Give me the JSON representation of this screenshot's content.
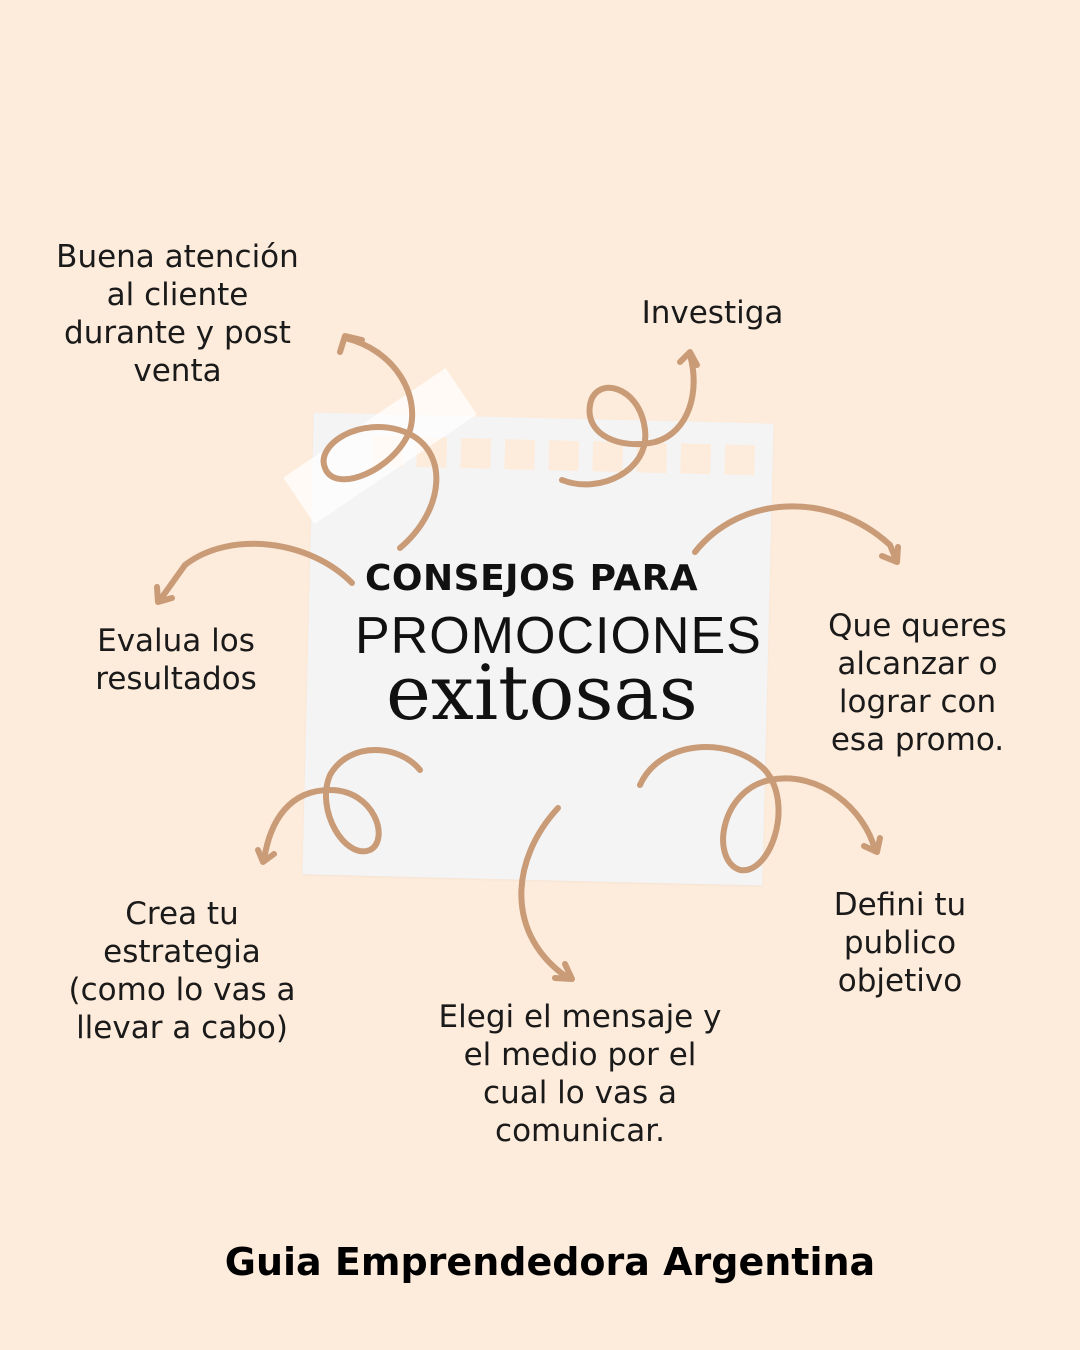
{
  "title": {
    "line1": "CONSEJOS PARA",
    "line2": "PROMOCIONES",
    "line3": "exitosas"
  },
  "tips": {
    "buena_atencion": "Buena atención\nal cliente\ndurante y post\nventa",
    "investiga": "Investiga",
    "que_queres": "Que queres\nalcanzar o\nlograr con\nesa promo.",
    "evalua": "Evalua los\nresultados",
    "crea_estrategia": "Crea tu\nestrategia\n(como lo vas a\nllevar a cabo)",
    "elegi_mensaje": "Elegi el mensaje y\nel medio por el\ncual lo vas a\ncomunicar.",
    "defini_publico": "Defini tu\npublico\nobjetivo"
  },
  "footer": "Guia Emprendedora Argentina",
  "colors": {
    "background": "#fdebdb",
    "paper": "#f4f4f4",
    "arrow": "#c99b77",
    "text": "#1a1a1a"
  }
}
